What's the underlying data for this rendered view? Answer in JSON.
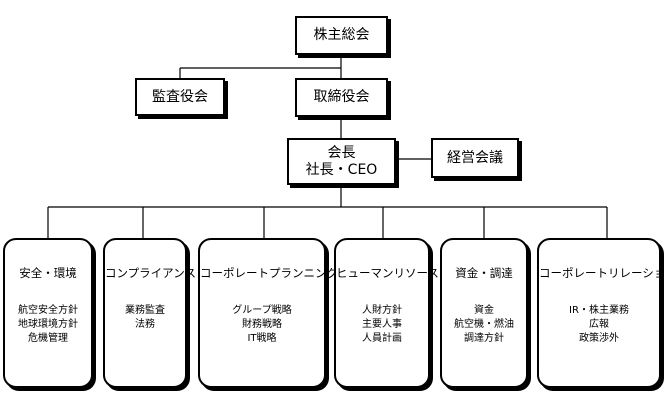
{
  "colors": {
    "line": "#000000",
    "box_fill": "#ffffff",
    "background": "#ffffff"
  },
  "top": {
    "shareholders": "株主総会",
    "auditors": "監査役会",
    "board": "取締役会",
    "executives": "会長\n社長・CEO",
    "management_council": "経営会議"
  },
  "departments": [
    {
      "title": "安全・環境",
      "items": [
        "航空安全方針",
        "地球環境方針",
        "危機管理"
      ]
    },
    {
      "title": "コンプライアンス",
      "items": [
        "業務監査",
        "法務"
      ]
    },
    {
      "title": "コーポレートプランニング",
      "items": [
        "グループ戦略",
        "財務戦略",
        "IT戦略"
      ]
    },
    {
      "title": "ヒューマンリソース",
      "items": [
        "人財方針",
        "主要人事",
        "人員計画"
      ]
    },
    {
      "title": "資金・調達",
      "items": [
        "資金",
        "航空機・燃油",
        "調達方針"
      ]
    },
    {
      "title": "コーポレートリレーション",
      "items": [
        "IR・株主業務",
        "広報",
        "政策渉外"
      ]
    }
  ]
}
